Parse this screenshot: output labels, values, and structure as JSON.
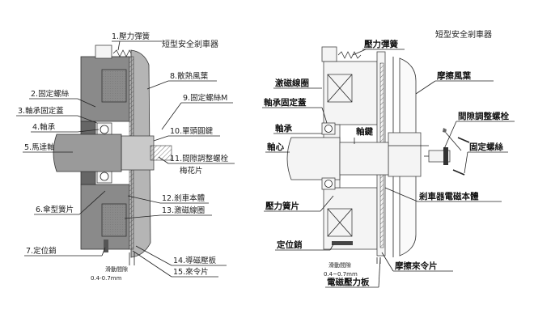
{
  "left_diagram": {
    "title": "短型安全剎車器",
    "labels": {
      "l1": "1.壓力彈簧",
      "l2": "2.固定螺絲",
      "l3": "3.軸承固定蓋",
      "l4": "4.軸承",
      "l5": "5.馬達軸",
      "l6": "6.傘型簧片",
      "l7": "7.定位銷",
      "l8": "8.散熱風葉",
      "l9": "9.固定螺絲M",
      "l10": "10.單頭圓鍵",
      "l11": "11.間隙調整螺栓",
      "l11b": "梅花片",
      "l12": "12.剎車本體",
      "l13": "13.激磁線圈",
      "l14": "14.導磁壓板",
      "l15": "15.來令片",
      "gap1": "滑動間隙",
      "gap2": "0.4-0.7mm"
    }
  },
  "right_diagram": {
    "title": "短型安全剎車器",
    "labels": {
      "r1": "壓力彈簧",
      "r2": "激磁線圈",
      "r3": "摩擦風葉",
      "r4": "軸承固定蓋",
      "r5": "軸承",
      "r6": "軸心",
      "r7": "軸鍵",
      "r8": "間隙調整螺栓",
      "r9": "固定螺絲",
      "r10": "剎車器電磁本體",
      "r11": "壓力簧片",
      "r12": "定位銷",
      "r13": "摩擦來令片",
      "r14": "電磁壓力板",
      "gap1": "滑動間隙",
      "gap2": "0.4~0.7mm"
    }
  }
}
